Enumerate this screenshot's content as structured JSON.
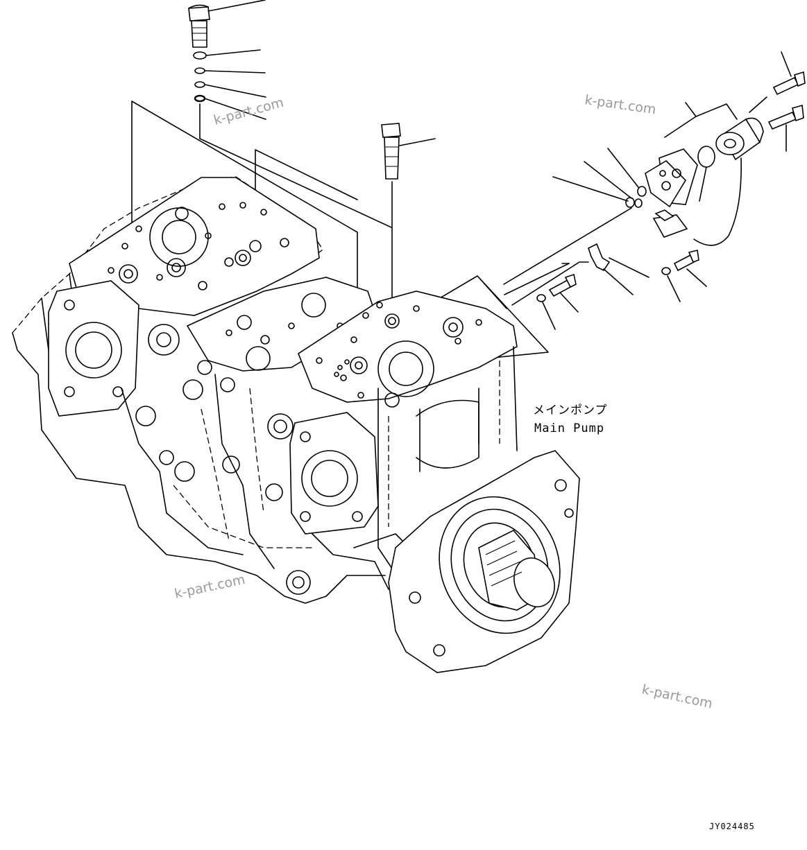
{
  "labels": {
    "main_pump_jp": "メインポンプ",
    "main_pump_en": "Main Pump",
    "drawing_code": "JY024485"
  },
  "watermarks": [
    "k-part.com",
    "k-part.com",
    "k-part.com",
    "k-part.com"
  ],
  "colors": {
    "line": "#000000",
    "watermark": "#9a9a9a",
    "background": "#ffffff"
  }
}
